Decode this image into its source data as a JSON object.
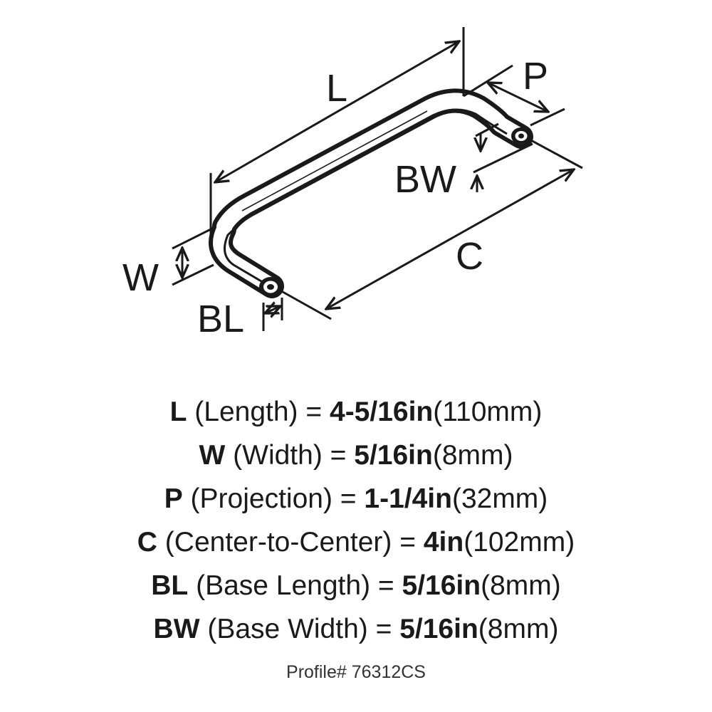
{
  "diagram": {
    "labels": {
      "L": "L",
      "P": "P",
      "BW": "BW",
      "W": "W",
      "C": "C",
      "BL": "BL"
    }
  },
  "specs": [
    {
      "key": "L",
      "desc": " (Length) = ",
      "value": "4-5/16in",
      "metric": "(110mm)"
    },
    {
      "key": "W",
      "desc": " (Width) = ",
      "value": "5/16in",
      "metric": "(8mm)"
    },
    {
      "key": "P",
      "desc": " (Projection) = ",
      "value": "1-1/4in",
      "metric": "(32mm)"
    },
    {
      "key": "C",
      "desc": " (Center-to-Center) = ",
      "value": "4in",
      "metric": "(102mm)"
    },
    {
      "key": "BL",
      "desc": " (Base Length) = ",
      "value": "5/16in",
      "metric": "(8mm)"
    },
    {
      "key": "BW",
      "desc": " (Base Width) = ",
      "value": "5/16in",
      "metric": "(8mm)"
    }
  ],
  "footer": {
    "profile": "Profile# 76312CS"
  },
  "colors": {
    "ink": "#1a1a1a",
    "background": "#ffffff"
  }
}
